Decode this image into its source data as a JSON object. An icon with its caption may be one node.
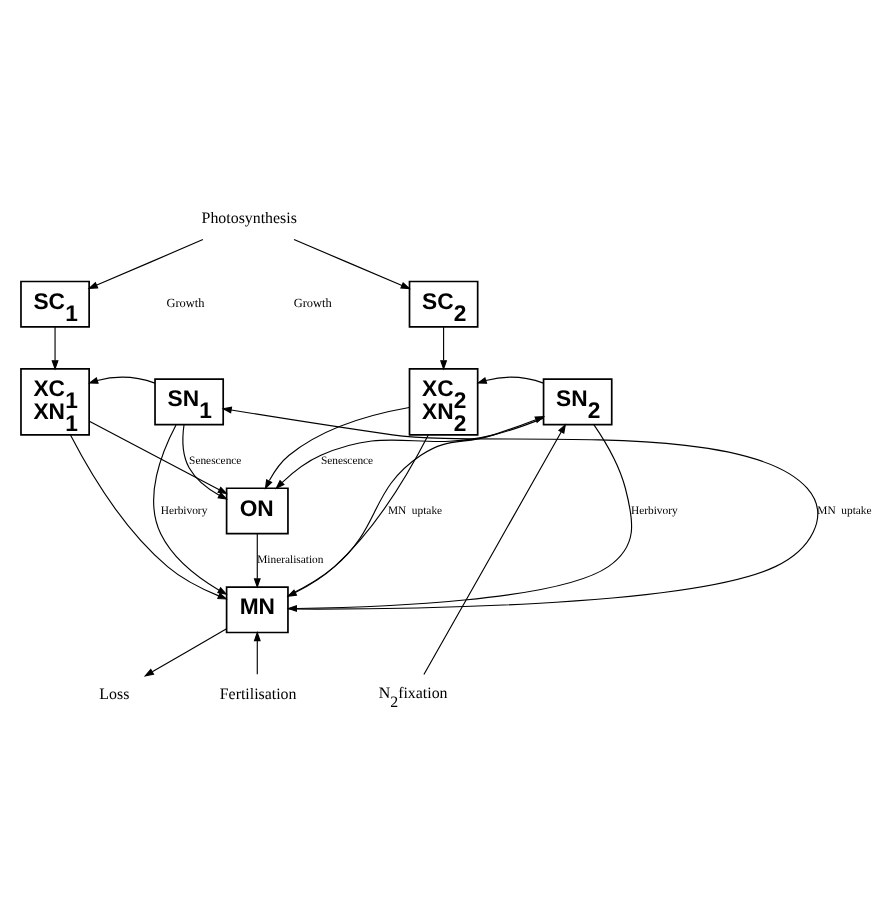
{
  "diagram": {
    "nodes": [
      {
        "text": [
          "Photosynthesis"
        ]
      },
      {
        "text": [
          "SC$_{1}$"
        ]
      },
      {
        "text": [
          "SC$_{2}$"
        ]
      },
      {
        "text": [
          "XC$_{1}$",
          "XN$_{1}$"
        ]
      },
      {
        "text": [
          "XC$_{2}$",
          "XN$_{2}$"
        ]
      },
      {
        "text": [
          "SN$_{1}$"
        ]
      },
      {
        "text": [
          "SN$_{2}$"
        ]
      },
      {
        "text": [
          "ON"
        ]
      },
      {
        "text": [
          "MN"
        ]
      },
      {
        "text": [
          "Loss"
        ]
      },
      {
        "text": [
          "Fertilisation"
        ]
      },
      {
        "text": [
          "N$_{2}$fixation"
        ]
      }
    ],
    "edges": [
      {
        "from": 0,
        "to": 1,
        "arrow": "to"
      },
      {
        "from": 0,
        "to": 2,
        "arrow": "to"
      },
      {
        "from": 1,
        "to": 3,
        "arrow": "to"
      },
      {
        "from": 5,
        "to": 3,
        "arrow": "to"
      },
      {
        "from": 2,
        "to": 4,
        "arrow": "to"
      },
      {
        "from": 6,
        "to": 4,
        "arrow": "to"
      },
      {
        "from": 5,
        "to": 7,
        "label": "Senescence",
        "arrow": "to"
      },
      {
        "from": 3,
        "to": 7,
        "arrow": "to"
      },
      {
        "from": 6,
        "to": 7,
        "label": "Senescence",
        "arrow": "to"
      },
      {
        "from": 4,
        "to": 7,
        "arrow": "to"
      },
      {
        "from": 7,
        "to": 8,
        "label": "Mineralisation",
        "arrow": "to"
      },
      {
        "from": 5,
        "to": 8,
        "label": "Herbivory",
        "arrow": "to"
      },
      {
        "from": 3,
        "to": 8,
        "arrow": "to"
      },
      {
        "from": 6,
        "to": 8,
        "label": "Herbivory",
        "arrow": "to"
      },
      {
        "from": 4,
        "to": 8,
        "arrow": "to"
      },
      {
        "from": 8,
        "to": 5,
        "label": "MN  uptake",
        "arrow": "to"
      },
      {
        "from": 8,
        "to": 6,
        "label": "MN  uptake",
        "arrow": "to"
      },
      {
        "from": 8,
        "to": 9,
        "arrow": "to"
      },
      {
        "from": 10,
        "to": 8,
        "arrow": "to"
      },
      {
        "from": 11,
        "to": 6,
        "arrow": "to"
      }
    ],
    "labels": [
      "Growth",
      "Growth"
    ]
  }
}
